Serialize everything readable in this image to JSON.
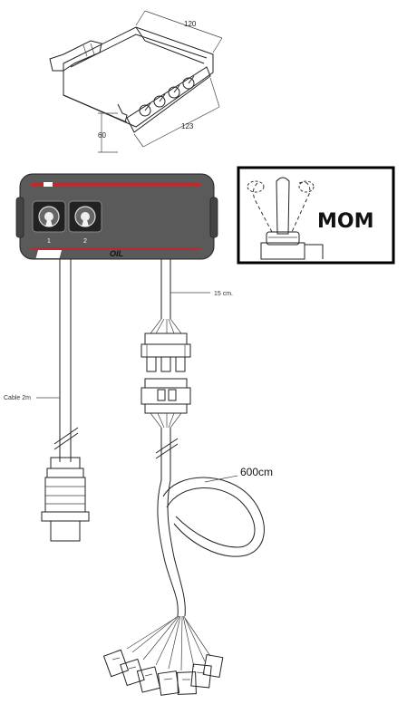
{
  "dimensions": {
    "width": "120",
    "depth": "123",
    "height": "60"
  },
  "panel": {
    "switch_labels": [
      "1",
      "2"
    ],
    "brand": "OIL",
    "accent_color": "#c0282d",
    "body_color": "#5a5a5a"
  },
  "inset": {
    "label": "MOM"
  },
  "cables": {
    "short_length": "15 cm.",
    "main_cable": "Cable 2m",
    "long_cable": "600cm"
  }
}
